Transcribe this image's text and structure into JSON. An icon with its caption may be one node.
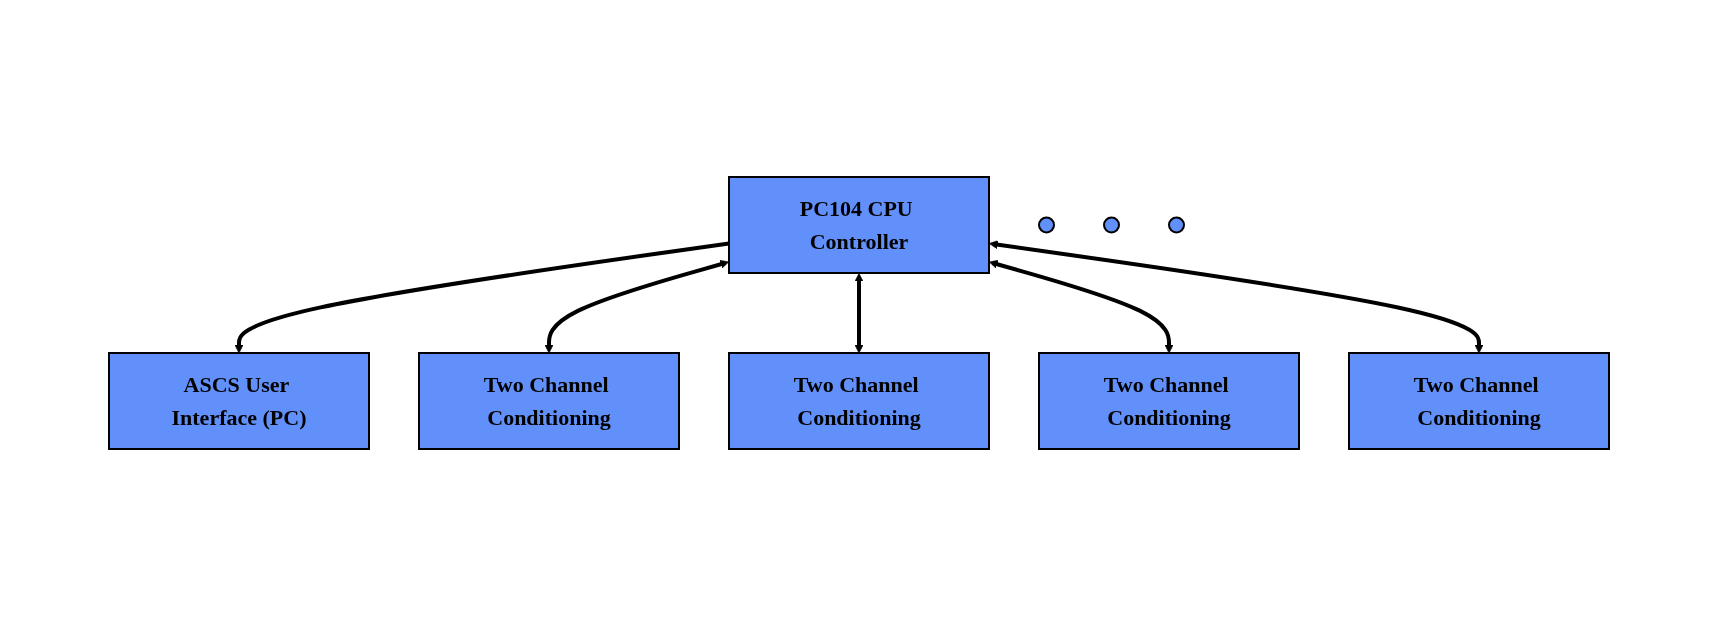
{
  "diagram": {
    "nodes": [
      {
        "text": [
          "PC104 CPU Controller"
        ]
      },
      {
        "text": [
          "ASCS User Interface (PC)"
        ]
      },
      {
        "text": [
          "Two Channel Conditioning"
        ]
      },
      {
        "text": [
          "Two Channel Conditioning"
        ]
      },
      {
        "text": [],
        "shape": "circle"
      },
      {
        "text": [],
        "shape": "circle"
      },
      {
        "text": [],
        "shape": "circle"
      },
      {
        "text": [
          "Two Channel Conditioning"
        ]
      },
      {
        "text": [
          "Two Channel Conditioning"
        ]
      }
    ],
    "edges": [
      {
        "from": 0,
        "to": 1,
        "arrow": "to"
      },
      {
        "from": 0,
        "to": 2,
        "arrow": "both"
      },
      {
        "from": 0,
        "to": 3,
        "arrow": "both"
      },
      {
        "from": 0,
        "to": 7,
        "arrow": "both"
      },
      {
        "from": 0,
        "to": 8,
        "arrow": "both"
      }
    ]
  }
}
